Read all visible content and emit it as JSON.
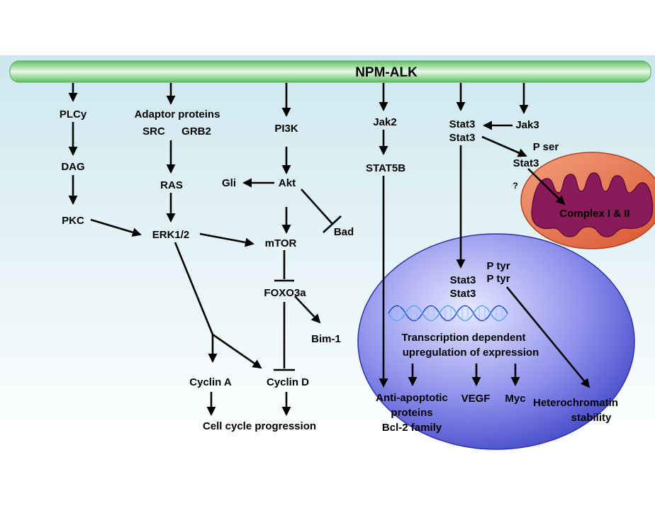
{
  "colors": {
    "background_top": "#cde8ef",
    "background_bottom": "#ffffff",
    "bar": "#7fd27f",
    "nucleus": "#5b5fd8",
    "mitochondrion_outer": "#e66a45",
    "mitochondrion_inner": "#8b1a5a"
  },
  "bar": {
    "label": "NPM-ALK"
  },
  "nodes": {
    "plcy": "PLCy",
    "dag": "DAG",
    "pkc": "PKC",
    "adaptor": "Adaptor proteins",
    "src": "SRC",
    "grb2": "GRB2",
    "ras": "RAS",
    "erk": "ERK1/2",
    "pi3k": "PI3K",
    "akt": "Akt",
    "gli": "Gli",
    "bad": "Bad",
    "mtor": "mTOR",
    "foxo3a": "FOXO3a",
    "bim1": "Bim-1",
    "cyclin_a": "Cyclin A",
    "cyclin_d": "Cyclin D",
    "cell_cycle": "Cell cycle progression",
    "jak2": "Jak2",
    "stat5b": "STAT5B",
    "stat3_top1": "Stat3",
    "stat3_top2": "Stat3",
    "jak3": "Jak3",
    "p_ser": "P ser",
    "stat3_mito": "Stat3",
    "question": "?",
    "complex": "Complex I & II",
    "stat3_nuc1": "Stat3",
    "stat3_nuc2": "Stat3",
    "p_tyr1": "P tyr",
    "p_tyr2": "P tyr",
    "transcription1": "Transcription dependent",
    "transcription2": "upregulation of expression",
    "anti_apoptotic1": "Anti-apoptotic",
    "anti_apoptotic2": "proteins",
    "anti_apoptotic3": "Bcl-2 family",
    "vegf": "VEGF",
    "myc": "Myc",
    "hetero1": "Heterochromatin",
    "hetero2": "stability"
  }
}
